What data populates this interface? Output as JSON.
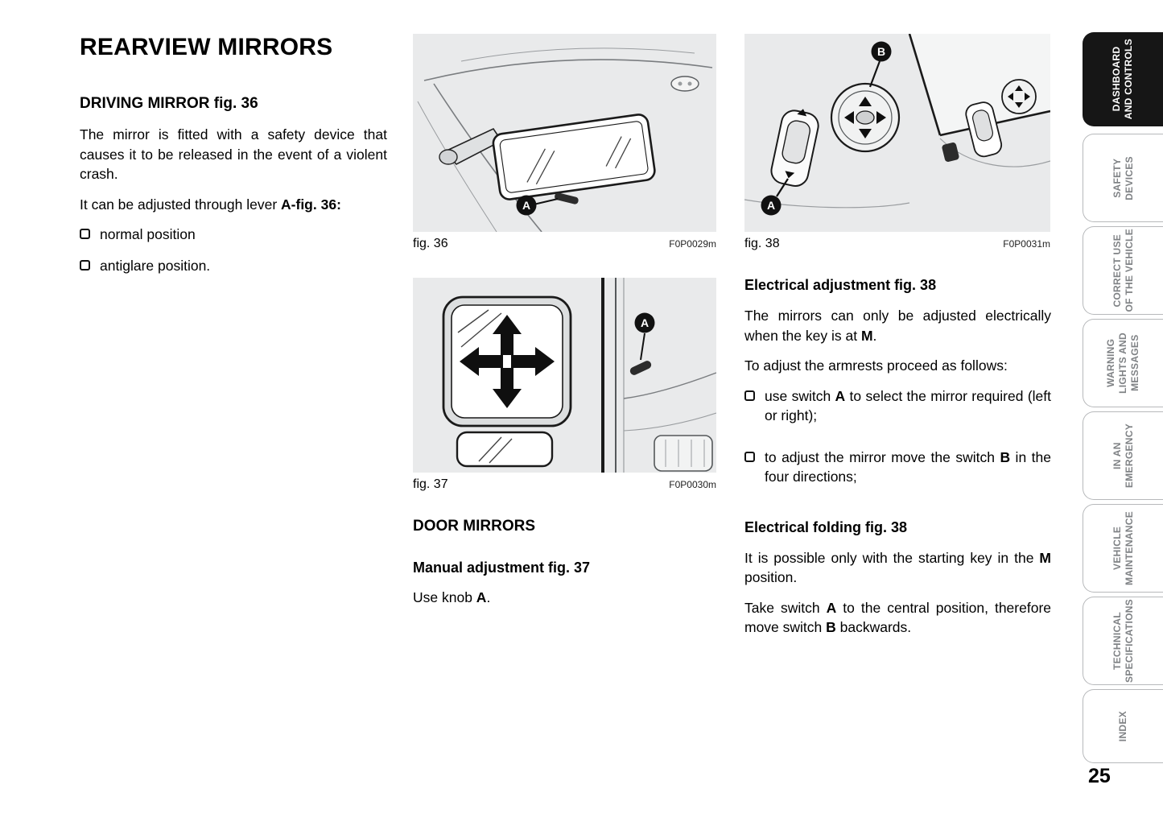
{
  "page": {
    "number": "25"
  },
  "content": {
    "title": "REARVIEW MIRRORS",
    "driving": {
      "heading": "DRIVING MIRROR fig. 36",
      "p1": "The mirror is fitted with a safety device that causes it to be released in the event of a violent crash.",
      "p2_a": "It can be adjusted through lever ",
      "p2_b": "A-fig. 36:",
      "bullet1": "normal position",
      "bullet2": "antiglare position."
    },
    "door": {
      "heading": "DOOR MIRRORS",
      "manual_heading": "Manual adjustment fig. 37",
      "p1_a": "Use knob ",
      "p1_b": "A",
      "p1_c": "."
    },
    "electrical": {
      "heading": "Electrical adjustment fig. 38",
      "p1_a": "The mirrors can only be adjusted electrically when the key is at ",
      "p1_b": "M",
      "p1_c": ".",
      "p2": "To adjust the armrests proceed as follows:",
      "b1_a": "use switch ",
      "b1_b": "A",
      "b1_c": " to select the mirror required (left or right);",
      "b2_a": "to adjust the mirror move the switch ",
      "b2_b": "B",
      "b2_c": " in the four directions;"
    },
    "folding": {
      "heading": "Electrical folding fig. 38",
      "p1_a": "It is possible only with the starting key in the ",
      "p1_b": "M",
      "p1_c": " position.",
      "p2_a": "Take switch ",
      "p2_b": "A",
      "p2_c": " to the central position, therefore move switch ",
      "p2_d": "B",
      "p2_e": " backwards."
    }
  },
  "figures": {
    "fig36": {
      "label": "fig. 36",
      "code": "F0P0029m",
      "callout_a": "A"
    },
    "fig37": {
      "label": "fig. 37",
      "code": "F0P0030m",
      "callout_a": "A"
    },
    "fig38": {
      "label": "fig. 38",
      "code": "F0P0031m",
      "callout_a": "A",
      "callout_b": "B"
    }
  },
  "sidebar": {
    "tabs": [
      {
        "line1": "DASHBOARD",
        "line2": "AND CONTROLS",
        "active": true
      },
      {
        "line1": "SAFETY",
        "line2": "DEVICES",
        "active": false
      },
      {
        "line1": "CORRECT USE",
        "line2": "OF THE VEHICLE",
        "active": false
      },
      {
        "line1": "WARNING",
        "line2": "LIGHTS AND",
        "line3": "MESSAGES",
        "active": false
      },
      {
        "line1": "IN AN",
        "line2": "EMERGENCY",
        "active": false
      },
      {
        "line1": "VEHICLE",
        "line2": "MAINTENANCE",
        "active": false
      },
      {
        "line1": "TECHNICAL",
        "line2": "SPECIFICATIONS",
        "active": false
      },
      {
        "line1": "INDEX",
        "active": false
      }
    ]
  },
  "colors": {
    "figure_bg": "#e9eaeb",
    "active_tab_bg": "#161616",
    "inactive_tab_text": "#7f8285",
    "tab_border": "#b7b9bb"
  }
}
